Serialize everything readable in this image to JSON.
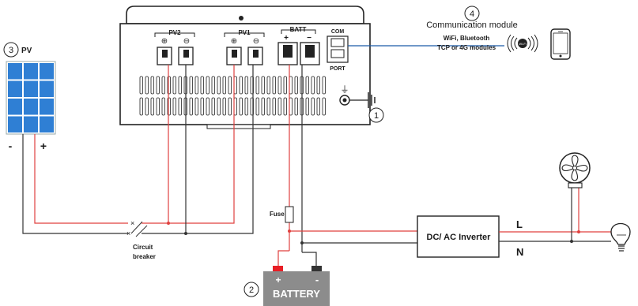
{
  "labels": {
    "pv2": "PV2",
    "pv1": "PV1",
    "batt": "BATT",
    "plus": "+",
    "minus": "-",
    "com": "COM",
    "port": "PORT",
    "num1": "1",
    "num2": "2",
    "num3": "3",
    "num4": "4",
    "pv": "PV",
    "comm_title": "Communication module",
    "comm_line1": "WiFi, Bluetooth",
    "comm_line2": "TCP or 4G modules",
    "wifi_badge": "Wi-Fi",
    "fuse": "Fuse",
    "breaker_line1": "Circuit",
    "breaker_line2": "breaker",
    "battery": "BATTERY",
    "inverter": "DC/ AC Inverter",
    "line_l": "L",
    "line_n": "N"
  },
  "colors": {
    "red_wire": "#e0413f",
    "black_wire": "#333333",
    "blue_wire": "#1b5aa6",
    "solar_cell": "#2f7fd4",
    "battery": "#8c8c8c",
    "terminal_red": "#e81e25"
  },
  "icons": {
    "solar_panel": "solar-panel-icon",
    "phone": "smartphone-icon",
    "wifi": "wifi-signal-icon",
    "fan": "fan-icon",
    "bulb": "light-bulb-icon",
    "ground": "ground-icon"
  }
}
